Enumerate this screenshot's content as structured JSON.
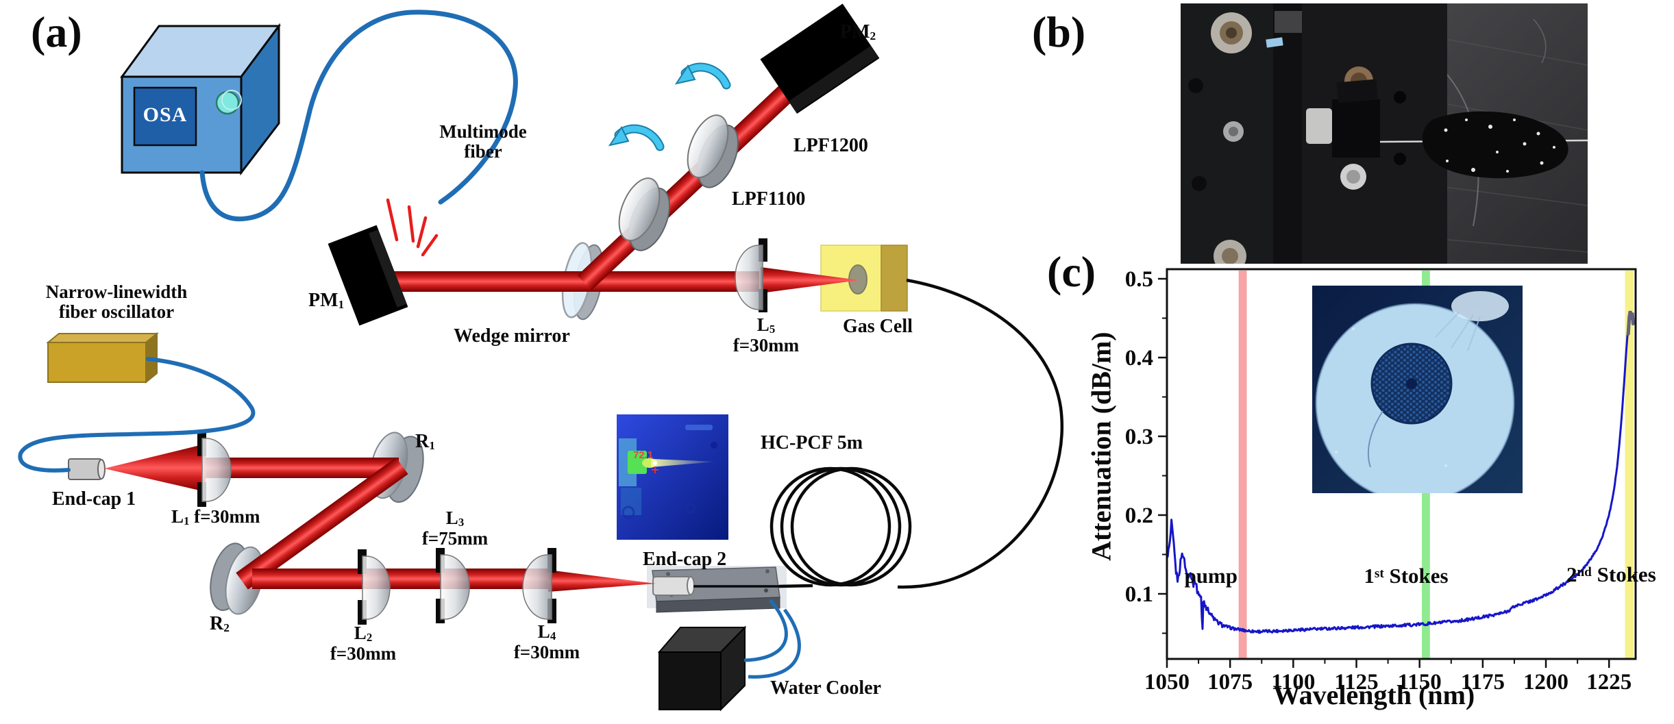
{
  "panels": {
    "a": "(a)",
    "b": "(b)",
    "c": "(c)"
  },
  "diagram": {
    "osa": "OSA",
    "multimode_fiber": [
      "Multimode",
      "fiber"
    ],
    "pm1": {
      "base": "PM",
      "sub": "1"
    },
    "pm2": {
      "base": "PM",
      "sub": "2"
    },
    "lpf1100": "LPF1100",
    "lpf1200": "LPF1200",
    "wedge_mirror": "Wedge mirror",
    "l5": {
      "base": "L",
      "sub": "5",
      "focal": "f=30mm"
    },
    "gas_cell": "Gas Cell",
    "oscillator": [
      "Narrow-linewidth",
      "fiber oscillator"
    ],
    "endcap1": "End-cap 1",
    "l1": {
      "base": "L",
      "sub": "1",
      "focal": "f=30mm"
    },
    "r1": {
      "base": "R",
      "sub": "1"
    },
    "r2": {
      "base": "R",
      "sub": "2"
    },
    "l2": {
      "base": "L",
      "sub": "2",
      "focal": "f=30mm"
    },
    "l3": {
      "base": "L",
      "sub": "3",
      "focal": "f=75mm"
    },
    "l4": {
      "base": "L",
      "sub": "4",
      "focal": "f=30mm"
    },
    "endcap2": "End-cap 2",
    "hcpcf": "HC-PCF 5m",
    "water_cooler": "Water Cooler",
    "thermal_reading": "72.1"
  },
  "chart_data": {
    "type": "line",
    "title": "",
    "xlabel": "Wavelength (nm)",
    "ylabel": "Attenuation (dB/m)",
    "xlim": [
      1050,
      1235.5
    ],
    "ylim": [
      0.017,
      0.512
    ],
    "x_ticks": [
      1050,
      1075,
      1100,
      1125,
      1150,
      1175,
      1200,
      1225
    ],
    "x_minor_ticks": [
      1062.5,
      1087.5,
      1112.5,
      1137.5,
      1162.5,
      1187.5,
      1212.5
    ],
    "y_ticks": [
      0.1,
      0.2,
      0.3,
      0.4,
      0.5
    ],
    "y_minor_ticks": [
      0.05,
      0.15,
      0.25,
      0.35,
      0.45
    ],
    "grid": false,
    "legend": "none",
    "bands": [
      {
        "x": 1080,
        "width_nm": 3.2,
        "color": "#f48a8c",
        "opacity": 0.78,
        "label_prefix": "pump",
        "label_sup": "",
        "label_rest": ""
      },
      {
        "x": 1152.5,
        "width_nm": 3.2,
        "color": "#7ce87c",
        "opacity": 0.85,
        "label_prefix": "1",
        "label_sup": "st",
        "label_rest": " Stokes"
      },
      {
        "x": 1233,
        "width_nm": 3.4,
        "color": "#f6f07c",
        "opacity": 0.9,
        "label_prefix": "2",
        "label_sup": "nd",
        "label_rest": " Stokes"
      }
    ],
    "series": [
      {
        "name": "attenuation",
        "color": "#1616c8",
        "points": [
          [
            1050,
            0.147
          ],
          [
            1050.6,
            0.154
          ],
          [
            1051.2,
            0.165
          ],
          [
            1051.8,
            0.19
          ],
          [
            1052.4,
            0.172
          ],
          [
            1053,
            0.15
          ],
          [
            1053.6,
            0.128
          ],
          [
            1054.3,
            0.117
          ],
          [
            1055,
            0.13
          ],
          [
            1055.7,
            0.148
          ],
          [
            1056.4,
            0.151
          ],
          [
            1057.2,
            0.136
          ],
          [
            1058,
            0.121
          ],
          [
            1058.8,
            0.127
          ],
          [
            1059.6,
            0.124
          ],
          [
            1060.4,
            0.112
          ],
          [
            1061.2,
            0.118
          ],
          [
            1062,
            0.104
          ],
          [
            1062.8,
            0.099
          ],
          [
            1063.6,
            0.094
          ],
          [
            1064,
            0.044
          ],
          [
            1064.4,
            0.092
          ],
          [
            1065.2,
            0.086
          ],
          [
            1066,
            0.081
          ],
          [
            1067,
            0.076
          ],
          [
            1068,
            0.071
          ],
          [
            1069,
            0.067
          ],
          [
            1070,
            0.064
          ],
          [
            1071.5,
            0.061
          ],
          [
            1073,
            0.059
          ],
          [
            1075,
            0.057
          ],
          [
            1077,
            0.0555
          ],
          [
            1079,
            0.0545
          ],
          [
            1081,
            0.0535
          ],
          [
            1084,
            0.0525
          ],
          [
            1087,
            0.0522
          ],
          [
            1090,
            0.0525
          ],
          [
            1094,
            0.053
          ],
          [
            1098,
            0.0538
          ],
          [
            1103,
            0.0545
          ],
          [
            1108,
            0.0552
          ],
          [
            1113,
            0.0558
          ],
          [
            1118,
            0.0565
          ],
          [
            1123,
            0.0572
          ],
          [
            1128,
            0.0578
          ],
          [
            1133,
            0.0585
          ],
          [
            1138,
            0.0592
          ],
          [
            1143,
            0.06
          ],
          [
            1148,
            0.0608
          ],
          [
            1152,
            0.0618
          ],
          [
            1156,
            0.0628
          ],
          [
            1160,
            0.064
          ],
          [
            1164,
            0.0652
          ],
          [
            1168,
            0.0668
          ],
          [
            1172,
            0.0688
          ],
          [
            1176,
            0.0712
          ],
          [
            1180,
            0.0738
          ],
          [
            1183,
            0.0758
          ],
          [
            1185,
            0.0782
          ],
          [
            1187,
            0.083
          ],
          [
            1189,
            0.0858
          ],
          [
            1191,
            0.0878
          ],
          [
            1194,
            0.0908
          ],
          [
            1197,
            0.094
          ],
          [
            1200,
            0.0985
          ],
          [
            1203,
            0.104
          ],
          [
            1206,
            0.11
          ],
          [
            1209,
            0.1165
          ],
          [
            1212,
            0.1235
          ],
          [
            1214,
            0.129
          ],
          [
            1216,
            0.1365
          ],
          [
            1218,
            0.1455
          ],
          [
            1220,
            0.156
          ],
          [
            1222,
            0.169
          ],
          [
            1224,
            0.189
          ],
          [
            1225.5,
            0.207
          ],
          [
            1227,
            0.233
          ],
          [
            1228.2,
            0.262
          ],
          [
            1229.2,
            0.294
          ],
          [
            1230.1,
            0.33
          ],
          [
            1231,
            0.37
          ],
          [
            1231.8,
            0.408
          ],
          [
            1232.5,
            0.437
          ],
          [
            1233,
            0.452
          ],
          [
            1233.4,
            0.458
          ],
          [
            1233.8,
            0.449
          ],
          [
            1234.2,
            0.456
          ],
          [
            1234.5,
            0.444
          ]
        ]
      },
      {
        "name": "peak_highlight",
        "color": "#63637f",
        "points": [
          [
            1232.6,
            0.43
          ],
          [
            1233,
            0.451
          ],
          [
            1233.4,
            0.459
          ],
          [
            1233.8,
            0.448
          ],
          [
            1234.2,
            0.457
          ],
          [
            1234.5,
            0.443
          ]
        ]
      }
    ]
  }
}
